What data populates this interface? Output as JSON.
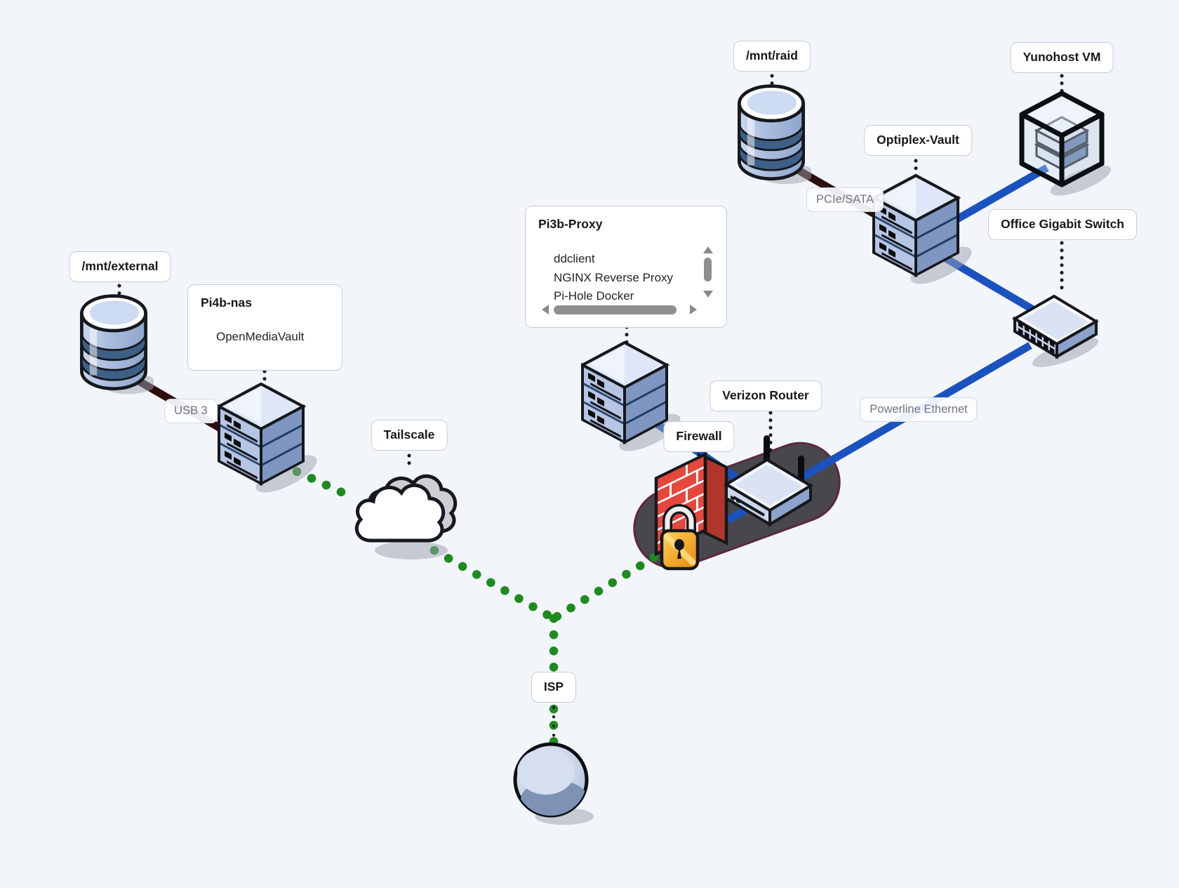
{
  "diagram": {
    "background": "#f2f6fb",
    "colors": {
      "ethernet_blue": "#1a53c0",
      "vpn_green": "#1f8b1f",
      "storage_dark": "#2d0d0d",
      "label_border": "#c7ccd6",
      "edge_label_text": "#6f7582"
    },
    "nodes": {
      "mnt_external": {
        "label": "/mnt/external"
      },
      "pi4b": {
        "title": "Pi4b-nas",
        "items": [
          "OpenMediaVault"
        ]
      },
      "tailscale": {
        "label": "Tailscale"
      },
      "pi3b": {
        "title": "Pi3b-Proxy",
        "items": [
          "ddclient",
          "NGINX Reverse Proxy",
          "Pi-Hole Docker"
        ]
      },
      "firewall": {
        "label": "Firewall"
      },
      "verizon_router": {
        "label": "Verizon Router"
      },
      "mnt_raid": {
        "label": "/mnt/raid"
      },
      "optiplex": {
        "label": "Optiplex-Vault"
      },
      "yunohost": {
        "label": "Yunohost VM"
      },
      "office_switch": {
        "label": "Office Gigabit Switch"
      },
      "isp": {
        "label": "ISP"
      }
    },
    "edge_labels": {
      "usb3": "USB 3",
      "pcie_sata": "PCIe/SATA",
      "powerline": "Powerline Ethernet"
    }
  }
}
